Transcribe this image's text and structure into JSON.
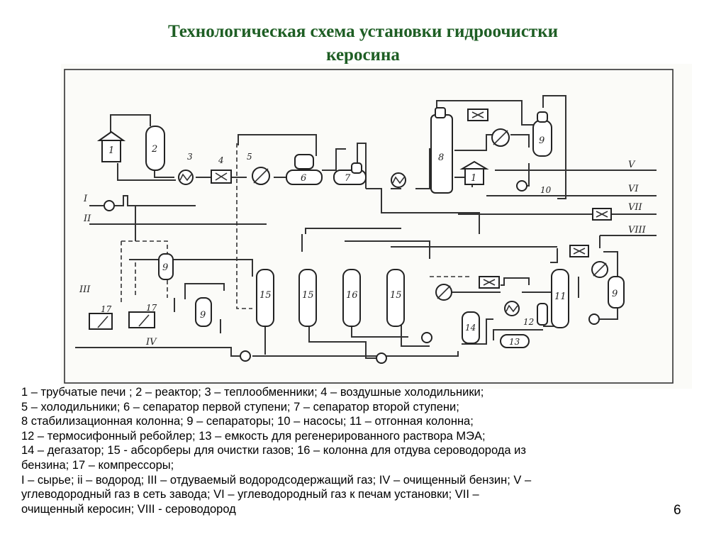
{
  "title": {
    "line1": "Технологическая схема установки гидроочистки",
    "line2": "керосина"
  },
  "diagram": {
    "equipment_labels": {
      "furnace_1": "1",
      "furnace_1b": "1",
      "reactor_2": "2",
      "heat_exchanger_3": "3",
      "air_cooler_4": "4",
      "cooler_5": "5",
      "separator_6": "6",
      "separator_7": "7",
      "stabilizer_8": "8",
      "separator_9a": "9",
      "separator_9b": "9",
      "separator_9c": "9",
      "separator_9d": "9",
      "pump_10": "10",
      "stripper_11": "11",
      "reboiler_12": "12",
      "tank_13": "13",
      "degasser_14": "14",
      "absorber_15a": "15",
      "absorber_15b": "15",
      "absorber_15c": "15",
      "column_16": "16",
      "compressor_17a": "17",
      "compressor_17b": "17"
    },
    "stream_labels": {
      "s1": "I",
      "s2": "II",
      "s3": "III",
      "s4": "IV",
      "s5": "V",
      "s6": "VI",
      "s7": "VII",
      "s8": "VIII"
    }
  },
  "legend": {
    "line1": "1 – трубчатые печи ; 2 – реактор; 3 – теплообменники; 4 – воздушные холодильники;",
    "line2": "5 – холодильники; 6 – сепаратор первой ступени; 7 – сепаратор второй ступени;",
    "line3": "8 стабилизационная колонна; 9 – сепараторы; 10 – насосы; 11 – отгонная колонна;",
    "line4": "12 – термосифонный ребойлер; 13 – емкость для регенерированного раствора МЭА;",
    "line5": "14 – дегазатор; 15 -  абсорберы для очистки газов; 16 – колонна для отдува сероводорода из",
    "line6": "бензина; 17 – компрессоры;",
    "line7": "I – сырье; ii – водород; III – отдуваемый водородсодержащий газ; IV – очищенный бензин; V –",
    "line8": "углеводородный газ в сеть завода; VI – углеводородный газ к печам установки; VII –",
    "line9": "очищенный керосин; VIII - сероводород"
  },
  "page_number": "6"
}
